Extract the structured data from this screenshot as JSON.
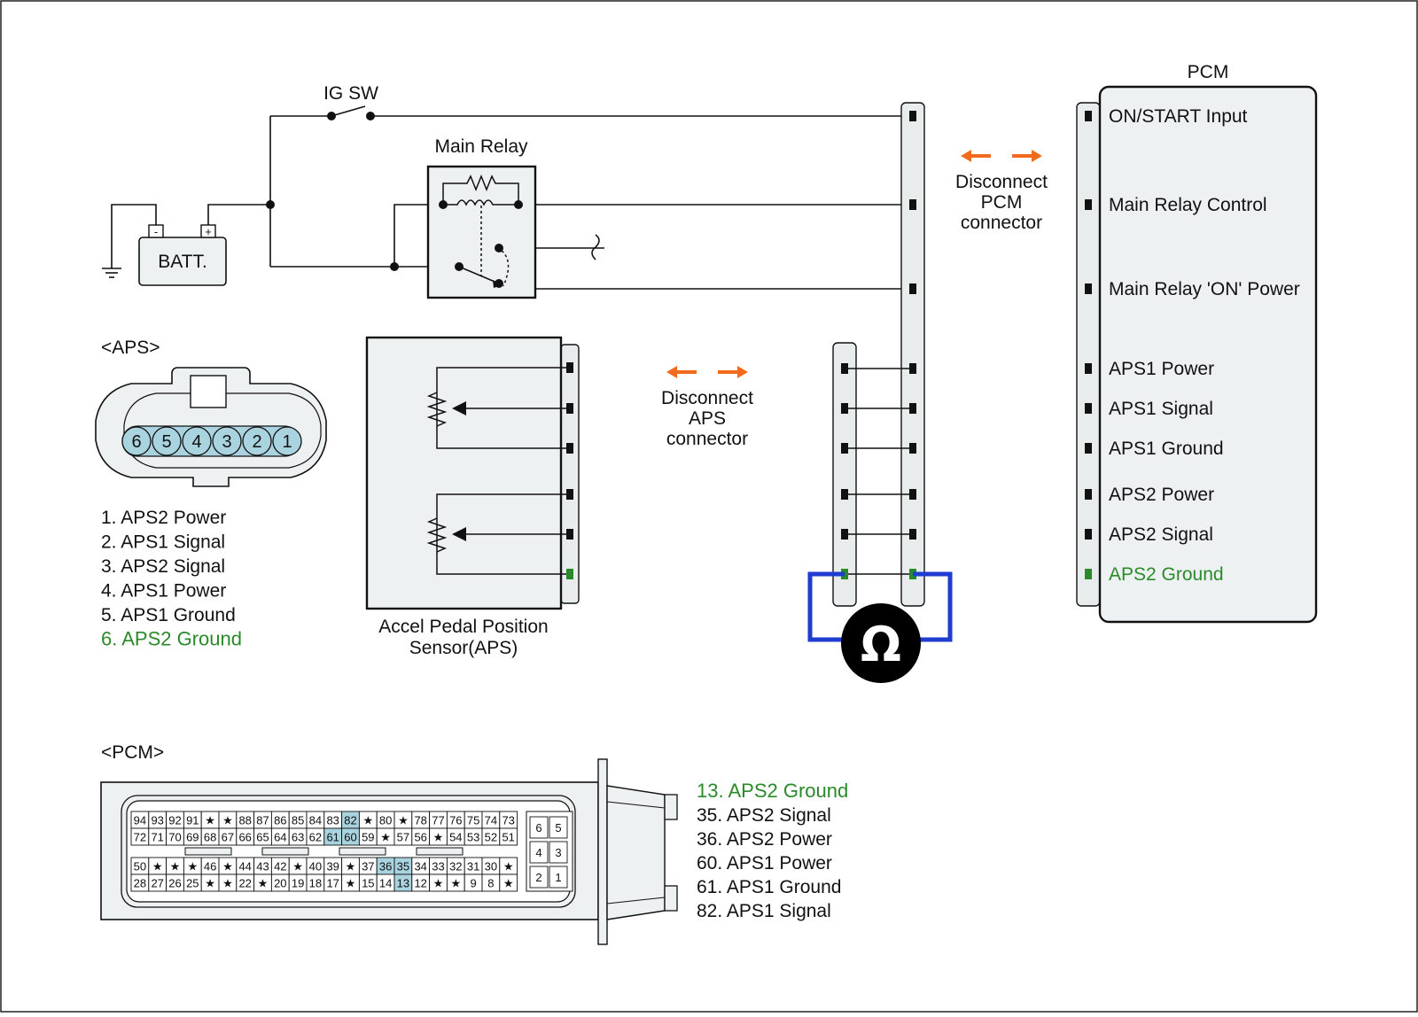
{
  "colors": {
    "ground_highlight": "#2a8a2a",
    "meter_wire": "#1e3cd0",
    "disconnect_arrow": "#f26a1b",
    "pin_highlight": "#a9d3df",
    "connector_fill": "#e8ecec",
    "box_fill": "#eef1f1"
  },
  "labels": {
    "ig_sw": "IG SW",
    "main_relay": "Main Relay",
    "batt": "BATT.",
    "batt_minus": "-",
    "batt_plus": "+",
    "pcm_title": "PCM",
    "aps_header": "<APS>",
    "pcm_header": "<PCM>",
    "aps_sensor_line1": "Accel Pedal Position",
    "aps_sensor_line2": "Sensor(APS)",
    "disconnect_pcm": [
      "Disconnect",
      "PCM",
      "connector"
    ],
    "disconnect_aps": [
      "Disconnect",
      "APS",
      "connector"
    ],
    "ohm_symbol": "Ω"
  },
  "pcm_terminals": [
    "ON/START Input",
    "Main Relay Control",
    "Main Relay 'ON' Power",
    "APS1 Power",
    "APS1 Signal",
    "APS1 Ground",
    "APS2 Power",
    "APS2 Signal",
    "APS2 Ground"
  ],
  "aps_connector_pins": [
    "6",
    "5",
    "4",
    "3",
    "2",
    "1"
  ],
  "aps_pin_legend": [
    "1. APS2 Power",
    "2. APS1 Signal",
    "3. APS2 Signal",
    "4. APS1 Power",
    "5. APS1 Ground",
    "6. APS2 Ground"
  ],
  "pcm_pin_legend": [
    "13. APS2 Ground",
    "35. APS2 Signal",
    "36. APS2 Power",
    "60. APS1 Power",
    "61. APS1 Ground",
    "82. APS1 Signal"
  ],
  "pcm_connector_rows": [
    [
      "94",
      "93",
      "92",
      "91",
      "★",
      "★",
      "88",
      "87",
      "86",
      "85",
      "84",
      "83",
      "82",
      "★",
      "80",
      "★",
      "78",
      "77",
      "76",
      "75",
      "74",
      "73"
    ],
    [
      "72",
      "71",
      "70",
      "69",
      "68",
      "67",
      "66",
      "65",
      "64",
      "63",
      "62",
      "61",
      "60",
      "59",
      "★",
      "57",
      "56",
      "★",
      "54",
      "53",
      "52",
      "51"
    ],
    [
      "50",
      "★",
      "★",
      "★",
      "46",
      "★",
      "44",
      "43",
      "42",
      "★",
      "40",
      "39",
      "★",
      "37",
      "36",
      "35",
      "34",
      "33",
      "32",
      "31",
      "30",
      "★"
    ],
    [
      "28",
      "27",
      "26",
      "25",
      "★",
      "★",
      "22",
      "★",
      "20",
      "19",
      "18",
      "17",
      "★",
      "15",
      "14",
      "13",
      "12",
      "★",
      "★",
      "9",
      "8",
      "★"
    ]
  ],
  "pcm_highlighted_pins": [
    "82",
    "61",
    "60",
    "36",
    "35",
    "13"
  ],
  "pcm_small_block": [
    [
      "6",
      "5"
    ],
    [
      "4",
      "3"
    ],
    [
      "2",
      "1"
    ]
  ]
}
